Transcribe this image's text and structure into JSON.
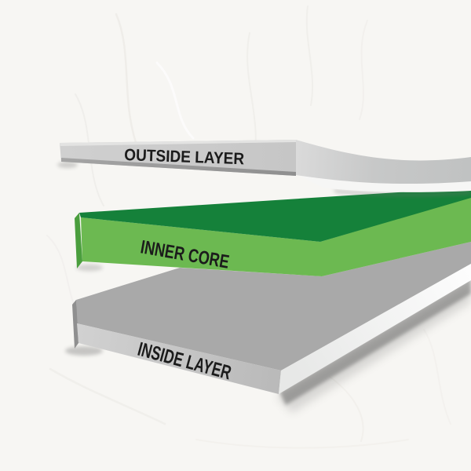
{
  "diagram": {
    "type": "layer-stack-diagram",
    "background_color": "#f7f6f3",
    "label_color": "#1b1b1b",
    "layers": [
      {
        "id": "outside-layer",
        "label": "OUTSIDE LAYER",
        "position": "top",
        "face_color": "#c9c9c9",
        "top_color": "#e3e3e2",
        "edge_color": "#949494"
      },
      {
        "id": "inner-core",
        "label": "INNER CORE",
        "position": "middle",
        "top_color": "#15813a",
        "face_color": "#6cb951",
        "side_color": "#4a9e3d"
      },
      {
        "id": "inside-layer",
        "label": "INSIDE LAYER",
        "position": "bottom",
        "top_color": "#a9a9a9",
        "face_color": "#c9c9c9",
        "side_color": "#eef0ee"
      }
    ]
  }
}
